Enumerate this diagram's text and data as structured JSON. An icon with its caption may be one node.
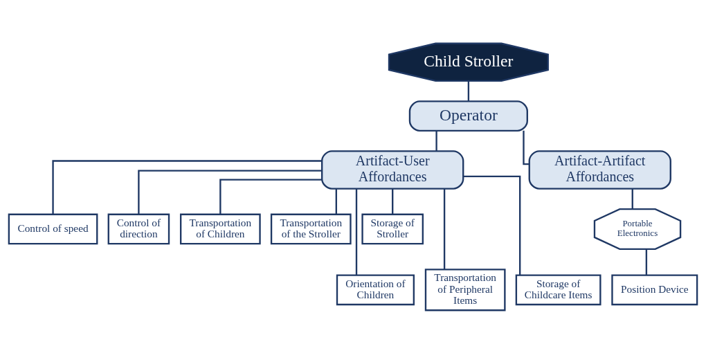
{
  "diagram": {
    "nodes": [
      {
        "text": [
          "Child Stroller"
        ]
      },
      {
        "text": [
          "Operator"
        ]
      },
      {
        "text": [
          "Artifact-User Affordances"
        ]
      },
      {
        "text": [
          "Artifact-Artifact Affordances"
        ]
      },
      {
        "text": [
          "Control of speed"
        ]
      },
      {
        "text": [
          "Control of direction"
        ]
      },
      {
        "text": [
          "Transportation of Children"
        ]
      },
      {
        "text": [
          "Transportation of the Stroller"
        ]
      },
      {
        "text": [
          "Storage of Stroller"
        ]
      },
      {
        "text": [
          "Orientation of Children"
        ]
      },
      {
        "text": [
          "Transportation of Peripheral Items"
        ]
      },
      {
        "text": [
          "Storage of Childcare Items"
        ]
      },
      {
        "text": [
          "Portable Electronics"
        ]
      },
      {
        "text": [
          "Position Device"
        ]
      }
    ],
    "edges": [
      {
        "from": 0,
        "to": 1,
        "arrow": "none"
      },
      {
        "from": 1,
        "to": 2,
        "arrow": "none"
      },
      {
        "from": 1,
        "to": 3,
        "arrow": "none"
      },
      {
        "from": 2,
        "to": 4,
        "arrow": "none"
      },
      {
        "from": 2,
        "to": 5,
        "arrow": "none"
      },
      {
        "from": 2,
        "to": 9,
        "arrow": "none"
      },
      {
        "from": 2,
        "to": 6,
        "arrow": "none"
      },
      {
        "from": 2,
        "to": 10,
        "arrow": "none"
      },
      {
        "from": 2,
        "to": 7,
        "arrow": "none"
      },
      {
        "from": 2,
        "to": 11,
        "arrow": "none"
      },
      {
        "from": 2,
        "to": 8,
        "arrow": "none"
      },
      {
        "from": 3,
        "to": 12,
        "arrow": "none"
      },
      {
        "from": 12,
        "to": 13,
        "arrow": "none"
      }
    ]
  }
}
